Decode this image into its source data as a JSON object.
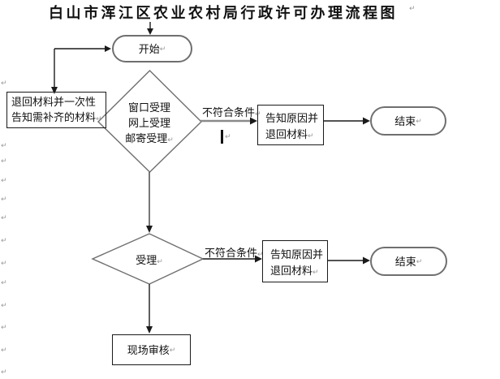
{
  "title": "白山市浑江区农业农村局行政许可办理流程图",
  "marks": {
    "pilcrow": "↵"
  },
  "colors": {
    "background": "#ffffff",
    "shape_stroke": "#6f6f6f",
    "box_stroke": "#1a1a1a",
    "line": "#1a1a1a",
    "thick_line": "#8a8a8a",
    "text": "#111111",
    "mark": "#9a9a9a"
  },
  "nodes": {
    "start": {
      "label": "开始"
    },
    "return_materials": {
      "line1": "退回材料并一次性",
      "line2": "告知需补齐的材料"
    },
    "accept_channels": {
      "line1": "窗口受理",
      "line2": "网上受理",
      "line3": "邮寄受理"
    },
    "notify_reason_1": {
      "line1": "告知原因并",
      "line2": "退回材料"
    },
    "end_1": {
      "label": "结束"
    },
    "accept": {
      "label": "受理"
    },
    "notify_reason_2": {
      "line1": "告知原因并",
      "line2": "退回材料"
    },
    "end_2": {
      "label": "结束"
    },
    "onsite_review": {
      "label": "现场审核"
    }
  },
  "edge_labels": {
    "not_qualified_1": "不符合条件",
    "not_qualified_2": "不符合条件"
  },
  "margin_marks": {
    "glyph": "↵",
    "y_positions": [
      97,
      174,
      193,
      217,
      240,
      263,
      291,
      319,
      343,
      371,
      398,
      426,
      453
    ]
  }
}
